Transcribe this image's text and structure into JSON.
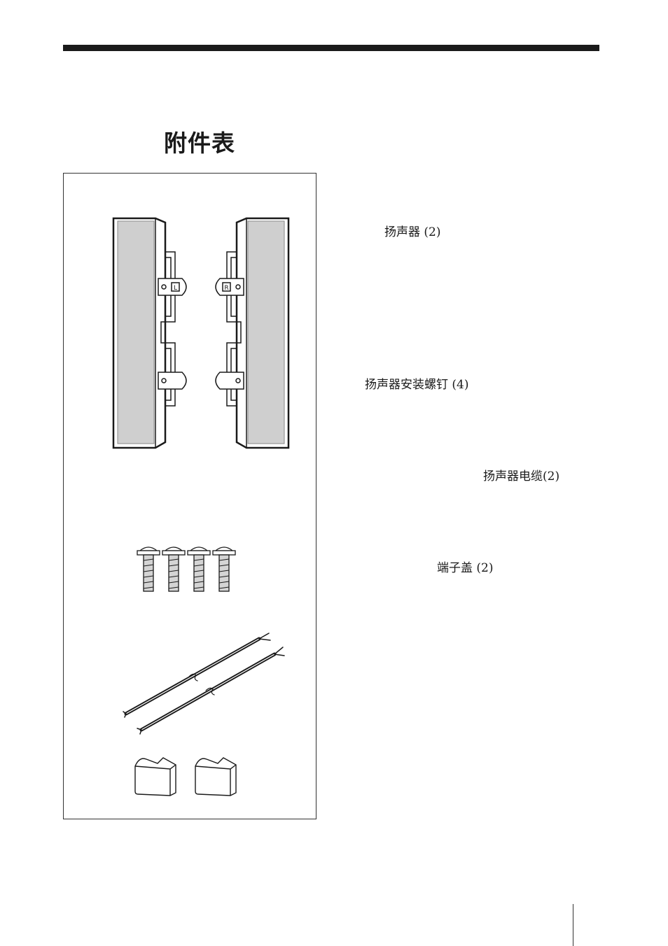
{
  "page": {
    "title": "附件表"
  },
  "items": [
    {
      "label": "扬声器 (2)",
      "icon": "speaker-pair"
    },
    {
      "label": "扬声器安装螺钉 (4)",
      "icon": "mounting-screws"
    },
    {
      "label": "扬声器电缆(2)",
      "icon": "speaker-cables"
    },
    {
      "label": "端子盖 (2)",
      "icon": "terminal-covers"
    }
  ],
  "illustration": {
    "left_badge": "L",
    "right_badge": "R"
  }
}
